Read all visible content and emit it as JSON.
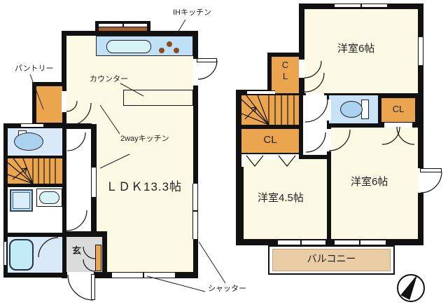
{
  "floor1": {
    "labels": {
      "ih_kitchen": "IHキッチン",
      "pantry": "パントリー",
      "counter": "カウンター",
      "two_way_kitchen": "2wayキッチン",
      "ldk": "ＬＤＫ13.3帖",
      "entrance": "玄",
      "shutter": "シャッター"
    }
  },
  "floor2": {
    "labels": {
      "room6_upper": "洋室6帖",
      "room6_lower": "洋室6帖",
      "room45": "洋室4.5帖",
      "balcony": "バルコニー",
      "closet_upper_c": "C",
      "closet_upper_l": "L",
      "closet_stairs": "CL",
      "closet_right": "CL"
    }
  },
  "icons": {
    "compass": "north-arrow-icon"
  },
  "colors": {
    "wall": "#111111",
    "room_cream": "#FCF9E4",
    "kitchen_counter_blue": "#BFE0F7",
    "sink_cyan": "#D8F3F6",
    "fixture_blue": "#ABD3EF",
    "wet_floor_blue": "#D9E9F8",
    "toilet2_floor_blue": "#C8E2F6",
    "bathtub_cyan": "#C2EBF5",
    "washer_blue": "#B9DDF4",
    "closet_orange": "#ECA54F",
    "bay_brown": "#A4602F",
    "burner_brown": "#8C4A21",
    "balcony_tan": "#EACDA4",
    "entrance_gray": "#DBDBDB"
  }
}
